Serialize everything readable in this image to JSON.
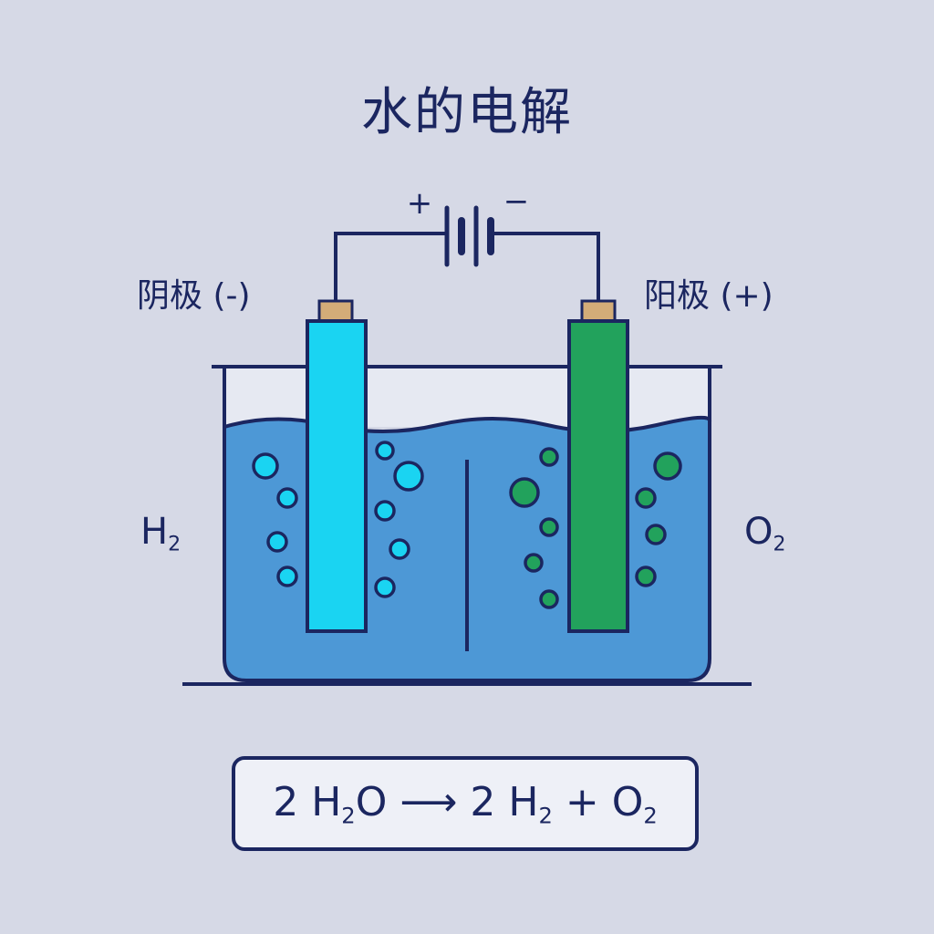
{
  "title": "水的电解",
  "cathode": {
    "label": "阴极 (-)",
    "color": "#1ad4f2"
  },
  "anode": {
    "label": "阳极 (+)",
    "color": "#22a25c"
  },
  "battery": {
    "positive_symbol": "+",
    "negative_symbol": "−"
  },
  "gases": {
    "left": {
      "base": "H",
      "sub": "2"
    },
    "right": {
      "base": "O",
      "sub": "2"
    }
  },
  "equation": {
    "coef1": "2",
    "h": "H",
    "h_sub": "2",
    "o": "O",
    "arrow": "⟶",
    "coef2": "2",
    "h2": "H",
    "h2_sub": "2",
    "plus": "+",
    "o2": "O",
    "o2_sub": "2"
  },
  "colors": {
    "background": "#d6d9e6",
    "outline": "#1b2660",
    "water": "#4d98d6",
    "air": "#e6e9f2",
    "electrode_cap": "#d3ac78"
  }
}
